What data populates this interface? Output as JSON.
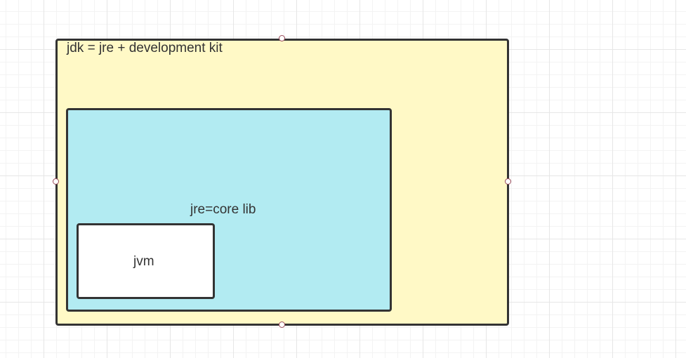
{
  "diagram": {
    "jdk": {
      "label": "jdk = jre + development kit",
      "fill": "#fff9c6"
    },
    "jre": {
      "label": "jre=core lib",
      "fill": "#b2ebf2"
    },
    "jvm": {
      "label": "jvm",
      "fill": "#ffffff"
    }
  },
  "colors": {
    "border": "#333333",
    "handle_border": "#9a4b5a",
    "grid": "#e6e6e6"
  },
  "selection": {
    "handles": [
      "top",
      "bottom",
      "left",
      "right"
    ]
  }
}
